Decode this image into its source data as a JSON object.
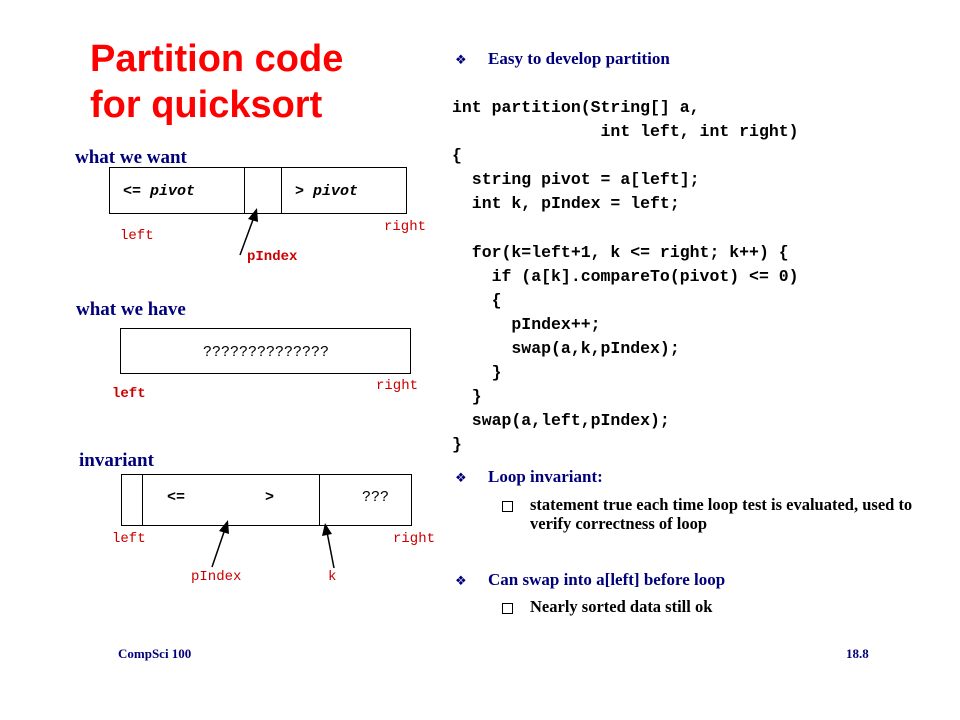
{
  "title": {
    "line1": "Partition code",
    "line2": "for quicksort"
  },
  "diagram_want": {
    "heading": "what we want",
    "cell_left": "<= pivot",
    "cell_right": "> pivot",
    "left_label": "left",
    "right_label": "right",
    "pindex_label": "pIndex"
  },
  "diagram_have": {
    "heading": "what we have",
    "cell": "??????????????",
    "left_label": "left",
    "right_label": "right"
  },
  "diagram_invariant": {
    "heading": "invariant",
    "cell_le": "<=",
    "cell_gt": ">",
    "cell_unknown": "???",
    "left_label": "left",
    "right_label": "right",
    "pindex_label": "pIndex",
    "k_label": "k"
  },
  "bullets": {
    "top": "Easy to develop partition",
    "loop_invariant": "Loop invariant:",
    "loop_invariant_sub": "statement true each time loop test is evaluated, used to verify correctness of loop",
    "swap": "Can swap into a[left] before loop",
    "swap_sub": "Nearly sorted data still ok"
  },
  "code": [
    "int partition(String[] a,",
    "               int left, int right)",
    "{",
    "  string pivot = a[left];",
    "  int k, pIndex = left;",
    "",
    "  for(k=left+1, k <= right; k++) {",
    "    if (a[k].compareTo(pivot) <= 0)",
    "    {",
    "      pIndex++;",
    "      swap(a,k,pIndex);",
    "    }",
    "  }",
    "  swap(a,left,pIndex);",
    "}"
  ],
  "footer": {
    "course": "CompSci 100",
    "slide": "18.8"
  },
  "colors": {
    "title": "#ff0000",
    "heading": "#00007a",
    "labels": "#cc0000"
  }
}
